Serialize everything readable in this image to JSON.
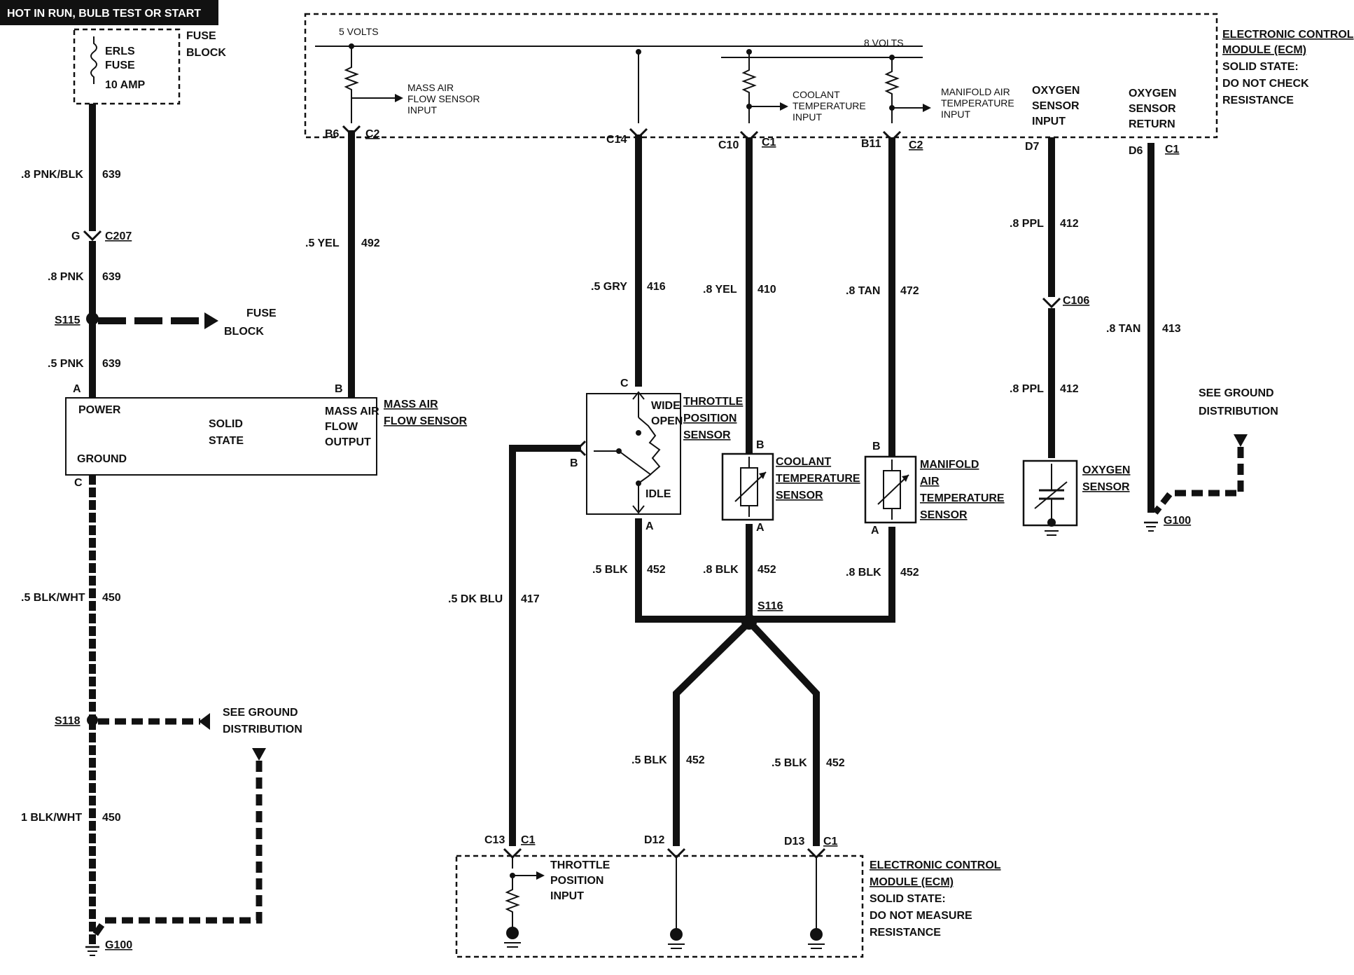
{
  "header": {
    "title": "HOT IN RUN, BULB TEST OR START"
  },
  "fuse_block": {
    "fuse_name_1": "ERLS",
    "fuse_name_2": "FUSE",
    "rating": "10 AMP",
    "label_1": "FUSE",
    "label_2": "BLOCK"
  },
  "ecm_top": {
    "title_1": "ELECTRONIC CONTROL",
    "title_2": "MODULE (ECM)",
    "note_1": "SOLID STATE:",
    "note_2": "DO NOT CHECK",
    "note_3": "RESISTANCE",
    "volts_5": "5 VOLTS",
    "volts_8": "8 VOLTS",
    "maf_input_1": "MASS AIR",
    "maf_input_2": "FLOW SENSOR",
    "maf_input_3": "INPUT",
    "clt_input_1": "COOLANT",
    "clt_input_2": "TEMPERATURE",
    "clt_input_3": "INPUT",
    "mat_input_1": "MANIFOLD AIR",
    "mat_input_2": "TEMPERATURE",
    "mat_input_3": "INPUT",
    "o2_in_1": "OXYGEN",
    "o2_in_2": "SENSOR",
    "o2_in_3": "INPUT",
    "o2_ret_1": "OXYGEN",
    "o2_ret_2": "SENSOR",
    "o2_ret_3": "RETURN"
  },
  "pins_top": {
    "b6": "B6",
    "c2a": "C2",
    "c14": "C14",
    "c10": "C10",
    "c1a": "C1",
    "b11": "B11",
    "c2b": "C2",
    "d7": "D7",
    "d6": "D6",
    "c1b": "C1"
  },
  "left_column": {
    "w1_gauge": ".8 PNK/BLK",
    "w1_circuit": "639",
    "conn_g": "G",
    "conn_c207": "C207",
    "w2_gauge": ".8 PNK",
    "w2_circuit": "639",
    "splice_s115": "S115",
    "fuse_1": "FUSE",
    "fuse_2": "BLOCK",
    "w3_gauge": ".5 PNK",
    "w3_circuit": "639",
    "pin_a": "A",
    "pin_c": "C",
    "w4_gauge": ".5 BLK/WHT",
    "w4_circuit": "450",
    "splice_s118": "S118",
    "see_gnd_1": "SEE GROUND",
    "see_gnd_2": "DISTRIBUTION",
    "w5_gauge": "1 BLK/WHT",
    "w5_circuit": "450",
    "ground": "G100"
  },
  "maf_sensor": {
    "power": "POWER",
    "ground": "GROUND",
    "solid": "SOLID",
    "state": "STATE",
    "out_1": "MASS AIR",
    "out_2": "FLOW",
    "out_3": "OUTPUT",
    "name_1": "MASS AIR",
    "name_2": "FLOW SENSOR",
    "pin_b": "B",
    "wire_gauge": ".5 YEL",
    "wire_circuit": "492"
  },
  "tps": {
    "name_1": "THROTTLE",
    "name_2": "POSITION",
    "name_3": "SENSOR",
    "wide": "WIDE",
    "open": "OPEN",
    "idle": "IDLE",
    "pin_c": "C",
    "pin_b": "B",
    "pin_a": "A",
    "w_in_gauge": ".5 GRY",
    "w_in_circuit": "416",
    "w_gnd_gauge": ".5 BLK",
    "w_gnd_circuit": "452",
    "w_sig_gauge": ".5 DK BLU",
    "w_sig_circuit": "417"
  },
  "clt": {
    "name_1": "COOLANT",
    "name_2": "TEMPERATURE",
    "name_3": "SENSOR",
    "pin_b": "B",
    "pin_a": "A",
    "w_in_gauge": ".8 YEL",
    "w_in_circuit": "410",
    "w_gnd_gauge": ".8 BLK",
    "w_gnd_circuit": "452"
  },
  "mat": {
    "name_1": "MANIFOLD",
    "name_2": "AIR",
    "name_3": "TEMPERATURE",
    "name_4": "SENSOR",
    "pin_b": "B",
    "pin_a": "A",
    "w_in_gauge": ".8 TAN",
    "w_in_circuit": "472",
    "w_gnd_gauge": ".8 BLK",
    "w_gnd_circuit": "452"
  },
  "o2": {
    "name_1": "OXYGEN",
    "name_2": "SENSOR",
    "w1_gauge": ".8 PPL",
    "w1_circuit": "412",
    "conn": "C106",
    "w2_gauge": ".8 PPL",
    "w2_circuit": "412"
  },
  "o2_return": {
    "w_gauge": ".8 TAN",
    "w_circuit": "413",
    "see_gnd_1": "SEE GROUND",
    "see_gnd_2": "DISTRIBUTION",
    "ground": "G100"
  },
  "splice_s116": "S116",
  "bottom_wires": {
    "left_gauge": ".5 BLK",
    "left_circuit": "452",
    "right_gauge": ".5 BLK",
    "right_circuit": "452"
  },
  "ecm_bottom": {
    "title_1": "ELECTRONIC CONTROL",
    "title_2": "MODULE (ECM)",
    "note_1": "SOLID STATE:",
    "note_2": "DO NOT MEASURE",
    "note_3": "RESISTANCE",
    "tps_in_1": "THROTTLE",
    "tps_in_2": "POSITION",
    "tps_in_3": "INPUT",
    "pin_c13": "C13",
    "pin_c1a": "C1",
    "pin_d12": "D12",
    "pin_d13": "D13",
    "pin_c1b": "C1"
  }
}
